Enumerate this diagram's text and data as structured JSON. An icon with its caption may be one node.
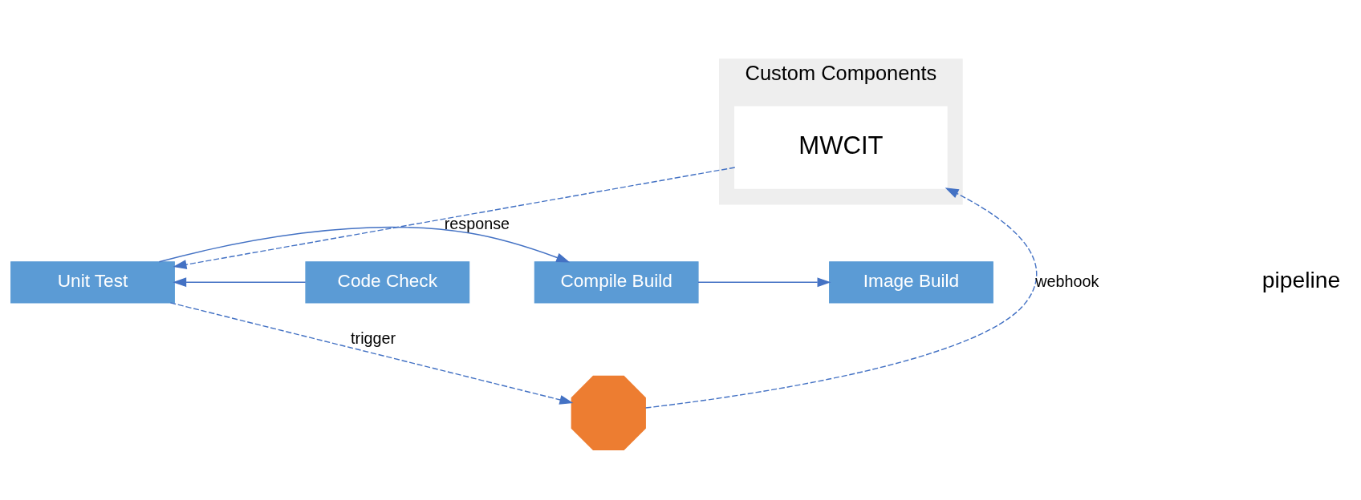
{
  "diagram": {
    "nodes": [
      {
        "text": [
          "Custom Components"
        ]
      },
      {
        "text": [
          "MWCIT"
        ],
        "in": 0
      },
      {
        "text": [],
        "shape": "octagon"
      },
      {
        "text": [
          "Code Check"
        ]
      },
      {
        "text": [
          "Unit Test"
        ]
      },
      {
        "text": [
          "Compile Build"
        ]
      },
      {
        "text": [
          "Image Build"
        ]
      }
    ],
    "edges": [
      {
        "from": 2,
        "to": 1,
        "arrow": "to",
        "label": "webhook",
        "style": "dashed"
      },
      {
        "from": 1,
        "to": 4,
        "arrow": "to",
        "label": "response",
        "style": "dashed"
      },
      {
        "from": 4,
        "to": 2,
        "arrow": "to",
        "label": "trigger",
        "style": "dashed"
      },
      {
        "from": 3,
        "to": 4,
        "arrow": "to"
      },
      {
        "from": 4,
        "to": 5,
        "arrow": "to"
      },
      {
        "from": 5,
        "to": 6,
        "arrow": "to"
      }
    ],
    "labels": [
      "pipeline"
    ]
  }
}
